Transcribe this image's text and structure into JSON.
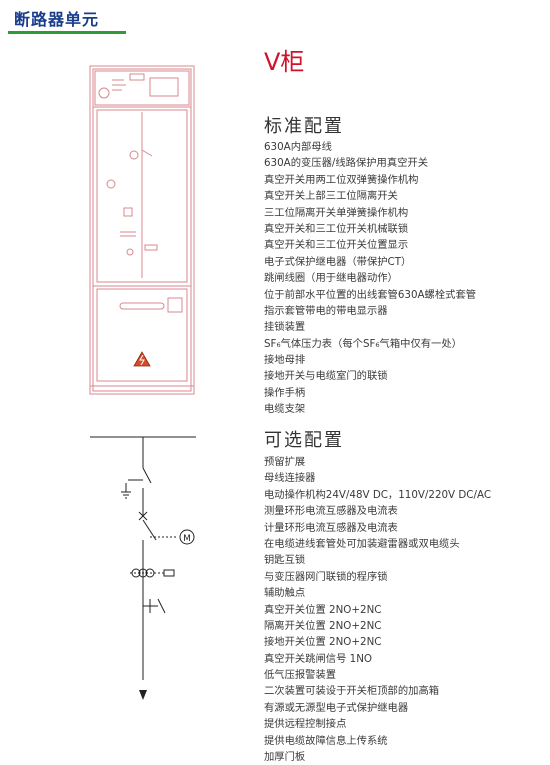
{
  "header": {
    "title": "断路器单元"
  },
  "cabinet": {
    "title": "V柜"
  },
  "standard": {
    "title": "标准配置",
    "items": [
      "630A内部母线",
      "630A的变压器/线路保护用真空开关",
      "真空开关用两工位双弹簧操作机构",
      "真空开关上部三工位隔离开关",
      "三工位隔离开关单弹簧操作机构",
      "真空开关和三工位开关机械联锁",
      "真空开关和三工位开关位置显示",
      "电子式保护继电器（带保护CT）",
      "跳闸线圈（用于继电器动作）",
      "位于前部水平位置的出线套管630A螺栓式套管",
      "指示套管带电的带电显示器",
      "挂锁装置",
      "SF₆气体压力表（每个SF₆气箱中仅有一处）",
      "接地母排",
      "接地开关与电缆室门的联锁",
      "操作手柄",
      "电缆支架"
    ]
  },
  "optional": {
    "title": "可选配置",
    "items": [
      "预留扩展",
      "母线连接器",
      "电动操作机构24V/48V DC，110V/220V DC/AC",
      "测量环形电流互感器及电流表",
      "计量环形电流互感器及电流表",
      "在电缆进线套管处可加装避雷器或双电缆头",
      "钥匙互锁",
      "与变压器网门联锁的程序锁",
      "辅助触点",
      "真空开关位置  2NO+2NC",
      "隔离开关位置  2NO+2NC",
      "接地开关位置  2NO+2NC",
      "真空开关跳闸信号  1NO",
      "低气压报警装置",
      "二次装置可装设于开关柜顶部的加高箱",
      "有源或无源型电子式保护继电器",
      "提供远程控制接点",
      "提供电缆故障信息上传系统",
      "加厚门板"
    ]
  },
  "diagram": {
    "motor_label": "M"
  },
  "colors": {
    "header_blue": "#1a3e8c",
    "rule_green": "#2e9b3a",
    "title_red": "#d0122a",
    "cabinet_line": "#d88890"
  }
}
